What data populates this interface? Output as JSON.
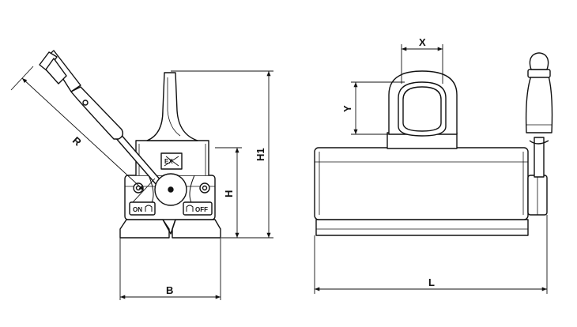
{
  "drawing": {
    "dimensions": {
      "R": "R",
      "H1": "H1",
      "H": "H",
      "B": "B",
      "X": "X",
      "Y": "Y",
      "L": "L"
    },
    "switch_labels": {
      "on": "ON",
      "off": "OFF"
    },
    "logo_text": "EX",
    "colors": {
      "line": "#111111",
      "fill": "#ffffff",
      "shade": "#e6e6e6"
    }
  }
}
